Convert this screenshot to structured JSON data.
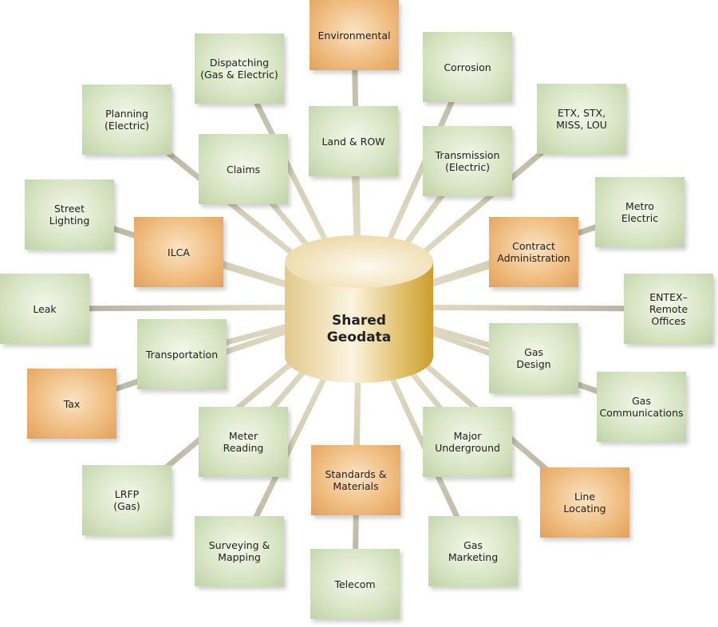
{
  "center": {
    "label": "Shared\nGeodata"
  },
  "colors": {
    "green": "#d7e4c3",
    "orange": "#efbb7e",
    "cylinder": "#e6c66f",
    "connector": "#c9c3a8"
  },
  "nodes": [
    {
      "label": "Environmental",
      "type": "orange"
    },
    {
      "label": "Dispatching\n(Gas & Electric)",
      "type": "green"
    },
    {
      "label": "Corrosion",
      "type": "green"
    },
    {
      "label": "Planning\n(Electric)",
      "type": "green"
    },
    {
      "label": "ETX, STX,\nMISS, LOU",
      "type": "green"
    },
    {
      "label": "Land & ROW",
      "type": "green"
    },
    {
      "label": "Claims",
      "type": "green"
    },
    {
      "label": "Transmission\n(Electric)",
      "type": "green"
    },
    {
      "label": "Street\nLighting",
      "type": "green"
    },
    {
      "label": "Metro\nElectric",
      "type": "green"
    },
    {
      "label": "ILCA",
      "type": "orange"
    },
    {
      "label": "Contract\nAdministration",
      "type": "orange"
    },
    {
      "label": "Leak",
      "type": "green"
    },
    {
      "label": "ENTEX–\nRemote\nOffices",
      "type": "green"
    },
    {
      "label": "Transportation",
      "type": "green"
    },
    {
      "label": "Gas\nDesign",
      "type": "green"
    },
    {
      "label": "Tax",
      "type": "orange"
    },
    {
      "label": "Gas\nCommunications",
      "type": "green"
    },
    {
      "label": "Meter\nReading",
      "type": "green"
    },
    {
      "label": "Major\nUnderground",
      "type": "green"
    },
    {
      "label": "Standards &\nMaterials",
      "type": "orange"
    },
    {
      "label": "LRFP\n(Gas)",
      "type": "green"
    },
    {
      "label": "Line\nLocating",
      "type": "orange"
    },
    {
      "label": "Surveying &\nMapping",
      "type": "green"
    },
    {
      "label": "Gas\nMarketing",
      "type": "green"
    },
    {
      "label": "Telecom",
      "type": "green"
    }
  ]
}
